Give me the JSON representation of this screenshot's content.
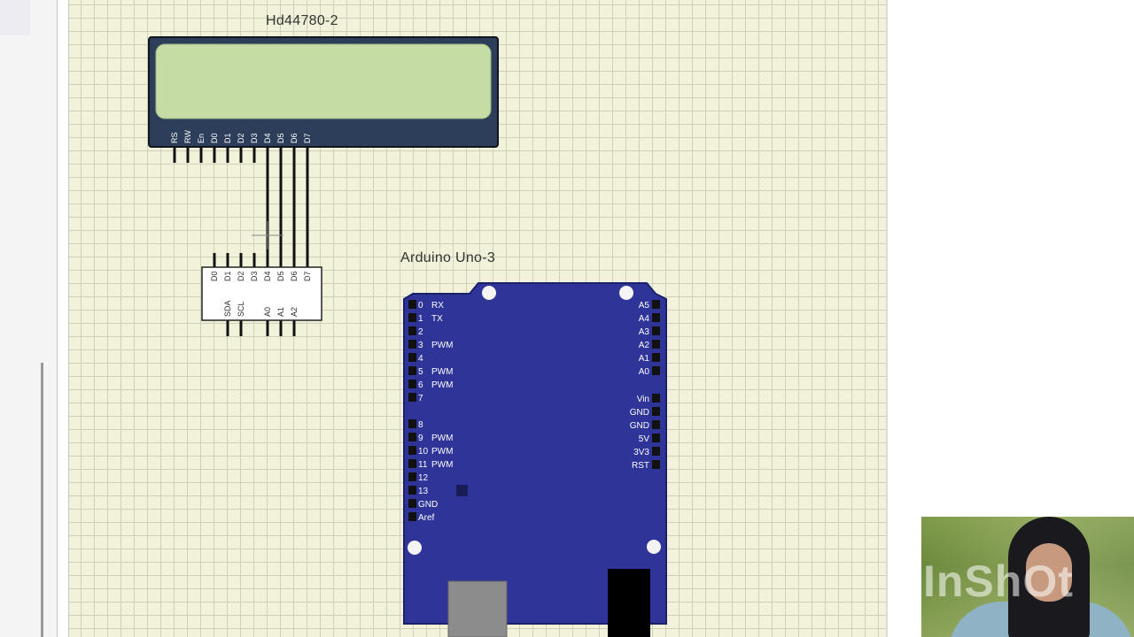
{
  "lcd": {
    "title": "Hd44780-2",
    "pins": [
      "RS",
      "RW",
      "En",
      "D0",
      "D1",
      "D2",
      "D3",
      "D4",
      "D5",
      "D6",
      "D7"
    ]
  },
  "i2c_chip": {
    "top_pins": [
      "D0",
      "D1",
      "D2",
      "D3",
      "D4",
      "D5",
      "D6",
      "D7"
    ],
    "bottom_pins": [
      "SDA",
      "SCL",
      "A0",
      "A1",
      "A2"
    ]
  },
  "arduino": {
    "title": "Arduino Uno-3",
    "left_pins": [
      "0",
      "1",
      "2",
      "3",
      "4",
      "5",
      "6",
      "7",
      "8",
      "9",
      "10",
      "11",
      "12",
      "13",
      "GND",
      "Aref"
    ],
    "left_labels": [
      "RX",
      "TX",
      "",
      "PWM",
      "",
      "PWM",
      "PWM",
      "",
      "",
      "PWM",
      "PWM",
      "PWM",
      "",
      "",
      "",
      ""
    ],
    "right_analog": [
      "A5",
      "A4",
      "A3",
      "A2",
      "A1",
      "A0"
    ],
    "right_power": [
      "Vin",
      "GND",
      "GND",
      "5V",
      "3V3",
      "RST"
    ]
  },
  "webcam": {
    "watermark": "InShOt"
  },
  "colors": {
    "canvas": "#f2f2da",
    "grid": "#cfd0b8",
    "lcd_body": "#2c3e5a",
    "lcd_screen": "#c5dca4",
    "arduino_board": "#2e3498"
  }
}
